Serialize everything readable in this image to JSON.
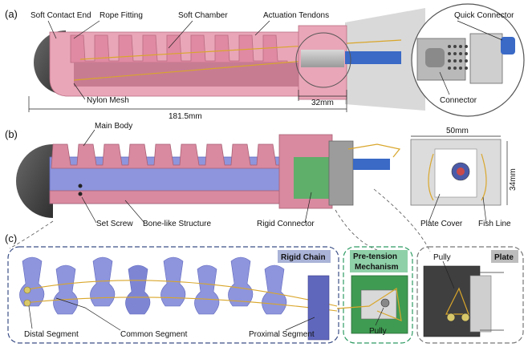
{
  "panels": {
    "a": "(a)",
    "b": "(b)",
    "c": "(c)"
  },
  "labels_a": {
    "soft_contact_end": "Soft Contact End",
    "rope_fitting": "Rope Fitting",
    "soft_chamber": "Soft Chamber",
    "actuation_tendons": "Actuation Tendons",
    "quick_connector": "Quick Connector",
    "connector": "Connector",
    "nylon_mesh": "Nylon Mesh"
  },
  "dimensions": {
    "total_length": "181.5mm",
    "connector_length": "32mm",
    "plate_width": "50mm",
    "plate_height": "34mm"
  },
  "labels_b": {
    "main_body": "Main Body",
    "set_screw": "Set Screw",
    "bone_like_structure": "Bone-like Structure",
    "rigid_connector": "Rigid Connector",
    "plate_cover": "Plate Cover",
    "fish_line": "Fish Line"
  },
  "labels_c": {
    "rigid_chain": "Rigid Chain",
    "pretension_line1": "Pre-tension",
    "pretension_line2": "Mechanism",
    "plate": "Plate",
    "pully": "Pully",
    "pully_2": "Pully",
    "distal_segment": "Distal Segment",
    "common_segment": "Common Segment",
    "proximal_segment": "Proximal Segment"
  },
  "colors": {
    "pink": "#e9a6b8",
    "pink_dark": "#c9798f",
    "blue_segment": "#8e95dc",
    "blue_segment_dark": "#5f67bd",
    "green_connector": "#5fae6a",
    "gray_cap": "#4d4d4d",
    "blue_box": "#3c4f87",
    "green_box": "#2e9b63",
    "gray_box": "#777777",
    "tendon": "#d9a62b"
  }
}
